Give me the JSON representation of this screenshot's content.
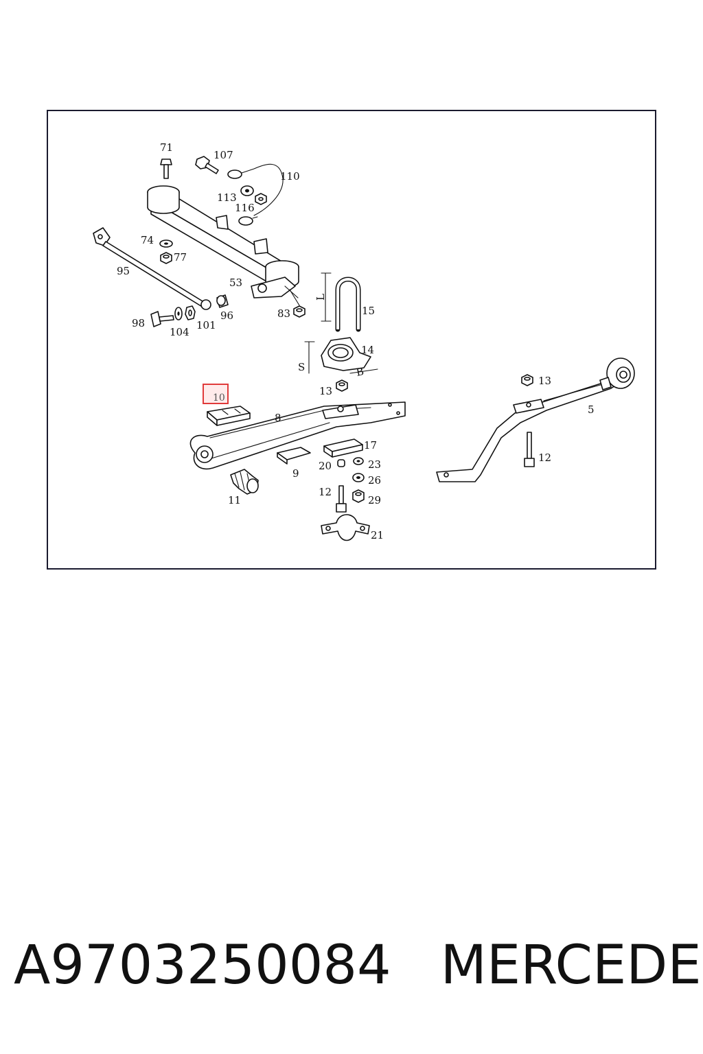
{
  "diagram": {
    "highlighted_label": "10",
    "highlight_color": "#e03a3a",
    "callouts": {
      "c71": "71",
      "c107": "107",
      "c110": "110",
      "c113": "113",
      "c116": "116",
      "c74": "74",
      "c77": "77",
      "c95": "95",
      "c53": "53",
      "c15": "15",
      "c98": "98",
      "c104": "104",
      "c101": "101",
      "c96": "96",
      "c83": "83",
      "c14": "14",
      "cS": "S",
      "cL": "L",
      "cB": "B",
      "c13a": "13",
      "c10": "10",
      "c8": "8",
      "c17": "17",
      "c9": "9",
      "c20": "20",
      "c23": "23",
      "c26": "26",
      "c12a": "12",
      "c29": "29",
      "c11": "11",
      "c21": "21",
      "c13b": "13",
      "c5": "5",
      "c12b": "12"
    }
  },
  "caption": {
    "part_number": "A9703250084",
    "brand": "MERCEDES"
  }
}
